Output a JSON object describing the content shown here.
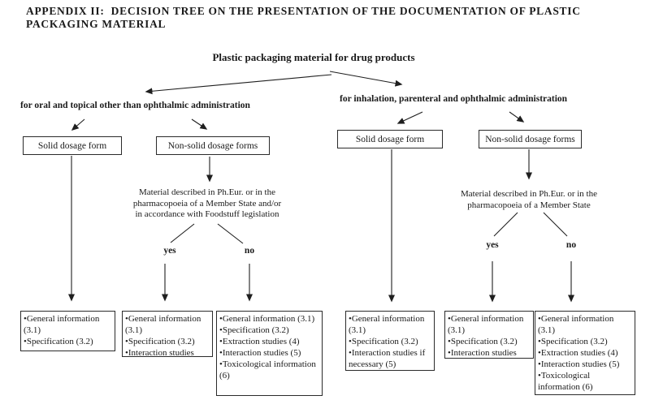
{
  "page_title": "APPENDIX II:  DECISION TREE ON THE PRESENTATION OF THE DOCUMENTATION OF PLASTIC PACKAGING MATERIAL",
  "tree": {
    "root_label": "Plastic packaging material for drug products",
    "left_branch": {
      "condition": "for oral and topical other than ophthalmic administration",
      "solid_label": "Solid dosage form",
      "nonsolid_label": "Non-solid dosage forms",
      "material_question": "Material described in Ph.Eur. or in the pharmacopoeia of a Member State and/or in accordance with Foodstuff legislation",
      "yes_label": "yes",
      "no_label": "no"
    },
    "right_branch": {
      "condition": "for inhalation, parenteral and ophthalmic administration",
      "solid_label": "Solid dosage form",
      "nonsolid_label": "Non-solid dosage forms",
      "material_question": "Material described in Ph.Eur. or in the pharmacopoeia of a Member State",
      "yes_label": "yes",
      "no_label": "no"
    },
    "outcome_boxes": [
      {
        "items": [
          "•General information (3.1)",
          "•Specification (3.2)"
        ]
      },
      {
        "items": [
          "•General information (3.1)",
          "•Specification (3.2)",
          "•Interaction studies"
        ]
      },
      {
        "items": [
          "•General information (3.1)",
          "•Specification (3.2)",
          "•Extraction studies (4)",
          "•Interaction studies (5)",
          "•Toxicological information (6)"
        ]
      },
      {
        "items": [
          "•General information (3.1)",
          "•Specification (3.2)",
          "•Interaction studies if necessary (5)"
        ]
      },
      {
        "items": [
          "•General information (3.1)",
          "•Specification (3.2)",
          "•Interaction studies"
        ]
      },
      {
        "items": [
          "•General information (3.1)",
          "•Specification (3.2)",
          "•Extraction studies (4)",
          "•Interaction studies (5)",
          "•Toxicological information (6)"
        ]
      }
    ],
    "colors": {
      "text": "#1a1a1a",
      "line": "#1f1f1f",
      "box_border": "#2b2b2b",
      "background": "#ffffff"
    }
  }
}
